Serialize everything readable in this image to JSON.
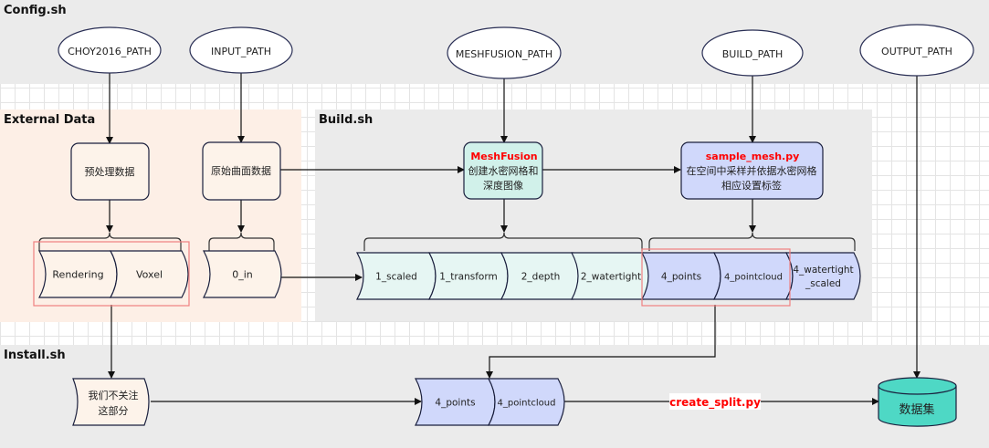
{
  "zones": {
    "config": "Config.sh",
    "external": "External Data",
    "build": "Build.sh",
    "install": "Install.sh"
  },
  "colors": {
    "zone_gray": "#ebebeb",
    "zone_peach": "#fdefe6",
    "node_peach": "#fdf3ea",
    "node_teal": "#d1f1ea",
    "store_teal": "#e6f6f3",
    "node_blue": "#d0d8fb",
    "dataset_teal": "#4ed8c5",
    "highlight_red": "#f08080",
    "accent_red": "#ff0000",
    "stroke": "#1a1f3d"
  },
  "config_vars": [
    "CHOY2016_PATH",
    "INPUT_PATH",
    "MESHFUSION_PATH",
    "BUILD_PATH",
    "OUTPUT_PATH"
  ],
  "external": {
    "preprocess": "预处理数据",
    "raw_surface": "原始曲面数据",
    "stores_pre": [
      "Rendering",
      "Voxel"
    ],
    "stores_raw": [
      "0_in"
    ]
  },
  "build": {
    "meshfusion": {
      "title": "MeshFusion",
      "line1": "创建水密网格和",
      "line2": "深度图像"
    },
    "sample_mesh": {
      "title": "sample_mesh.py",
      "line1": "在空间中采样并依据水密网格",
      "line2": "相应设置标签"
    },
    "stores_mesh": [
      "1_scaled",
      "1_transform",
      "2_depth",
      "2_watertight"
    ],
    "stores_sample": [
      "4_points",
      "4_pointcloud"
    ],
    "store_last": {
      "line1": "4_watertight",
      "line2": "_scaled"
    }
  },
  "install": {
    "ignore": {
      "line1": "我们不关注",
      "line2": "这部分"
    },
    "stores": [
      "4_points",
      "4_pointcloud"
    ],
    "edge_label": "create_split.py",
    "dataset": "数据集"
  }
}
